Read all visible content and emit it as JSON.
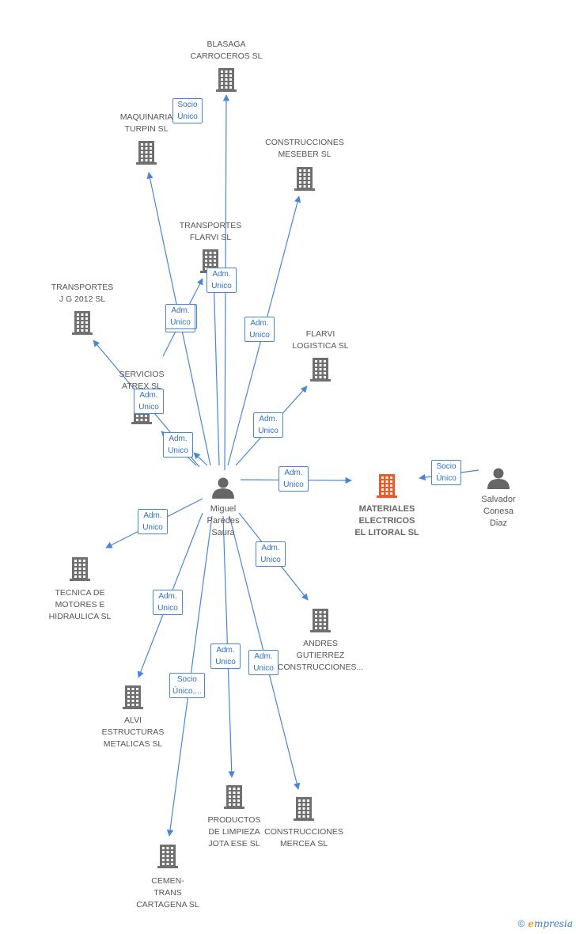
{
  "colors": {
    "edge": "#4a86d8",
    "company": "#707070",
    "focus_company": "#f05a28",
    "person": "#666666"
  },
  "nodes": [
    {
      "id": "blasaga",
      "type": "company",
      "label": "BLASAGA\nCARROCEROS SL"
    },
    {
      "id": "maquinaria",
      "type": "company",
      "label": "MAQUINARIA\nTURPIN  SL"
    },
    {
      "id": "meseber",
      "type": "company",
      "label": "CONSTRUCCIONES\nMESEBER SL"
    },
    {
      "id": "flarvi_tr",
      "type": "company",
      "label": "TRANSPORTES\nFLARVI SL"
    },
    {
      "id": "jg2012",
      "type": "company",
      "label": "TRANSPORTES\nJ G 2012 SL"
    },
    {
      "id": "flarvi_log",
      "type": "company",
      "label": "FLARVI\nLOGISTICA SL"
    },
    {
      "id": "atrex",
      "type": "company",
      "label": "SERVICIOS\nATREX SL"
    },
    {
      "id": "materiales",
      "type": "company",
      "focus": true,
      "label": "MATERIALES\nELECTRICOS\nEL LITORAL SL"
    },
    {
      "id": "salvador",
      "type": "person",
      "label": "Salvador\nConesa\nDiaz"
    },
    {
      "id": "miguel",
      "type": "person",
      "label": "Miguel\nParedes\nSaura"
    },
    {
      "id": "tecnica",
      "type": "company",
      "label": "TECNICA DE\nMOTORES E\nHIDRAULICA SL"
    },
    {
      "id": "andres",
      "type": "company",
      "label": "ANDRES\nGUTIERREZ\nCONSTRUCCIONES..."
    },
    {
      "id": "alvi",
      "type": "company",
      "label": "ALVI\nESTRUCTURAS\nMETALICAS SL"
    },
    {
      "id": "productos",
      "type": "company",
      "label": "PRODUCTOS\nDE LIMPIEZA\nJOTA ESE SL"
    },
    {
      "id": "mercea",
      "type": "company",
      "label": "CONSTRUCCIONES\nMERCEA SL"
    },
    {
      "id": "cementrans",
      "type": "company",
      "label": "CEMEN-\nTRANS\nCARTAGENA SL"
    }
  ],
  "edges": [
    {
      "from": "miguel",
      "to": "blasaga",
      "label": "Socio\nÚnico"
    },
    {
      "from": "miguel",
      "to": "maquinaria",
      "label": "Adm.\nUnico"
    },
    {
      "from": "miguel",
      "to": "meseber",
      "label": "Adm.\nUnico"
    },
    {
      "from": "miguel",
      "to": "flarvi_tr",
      "label": "Adm.\nUnico"
    },
    {
      "from": "miguel",
      "to": "flarvi_tr",
      "label": "Adm.\nUnico"
    },
    {
      "from": "miguel",
      "to": "jg2012",
      "label": "Adm.\nUnico"
    },
    {
      "from": "miguel",
      "to": "flarvi_log",
      "label": "Adm.\nUnico"
    },
    {
      "from": "miguel",
      "to": "atrex",
      "label": "Adm.\nUnico"
    },
    {
      "from": "miguel",
      "to": "atrex",
      "label": "Adm.\nUnico"
    },
    {
      "from": "miguel",
      "to": "materiales",
      "label": "Adm.\nUnico"
    },
    {
      "from": "salvador",
      "to": "materiales",
      "label": "Socio\nÚnico"
    },
    {
      "from": "miguel",
      "to": "tecnica",
      "label": "Adm.\nUnico"
    },
    {
      "from": "miguel",
      "to": "andres",
      "label": "Adm.\nUnico"
    },
    {
      "from": "miguel",
      "to": "alvi",
      "label": "Adm.\nUnico"
    },
    {
      "from": "miguel",
      "to": "productos",
      "label": "Adm.\nUnico"
    },
    {
      "from": "miguel",
      "to": "mercea",
      "label": "Adm.\nUnico"
    },
    {
      "from": "miguel",
      "to": "cementrans",
      "label": "Socio\nÚnico,..."
    }
  ],
  "footer": {
    "copyright": "©",
    "brand_first": "e",
    "brand_rest": "mpresia"
  }
}
